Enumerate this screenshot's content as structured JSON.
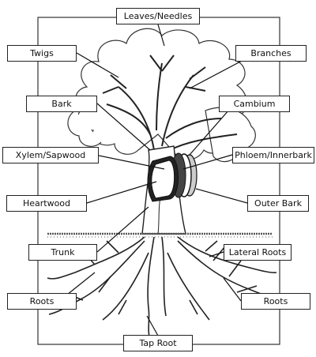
{
  "labels": {
    "leaves_needles": "Leaves/Needles",
    "twigs": "Twigs",
    "branches": "Branches",
    "bark": "Bark",
    "cambium": "Cambium",
    "xylem_sapwood": "Xylem/Sapwood",
    "phloem_innerbark": "Phloem/Innerbark",
    "heartwood": "Heartwood",
    "outer_bark": "Outer Bark",
    "trunk": "Trunk",
    "lateral_roots": "Lateral Roots",
    "roots_left": "Roots",
    "roots_right": "Roots",
    "tap_root": "Tap Root"
  },
  "colors": {
    "line": "#222222",
    "fill": "#ffffff",
    "ground": "#555555"
  }
}
